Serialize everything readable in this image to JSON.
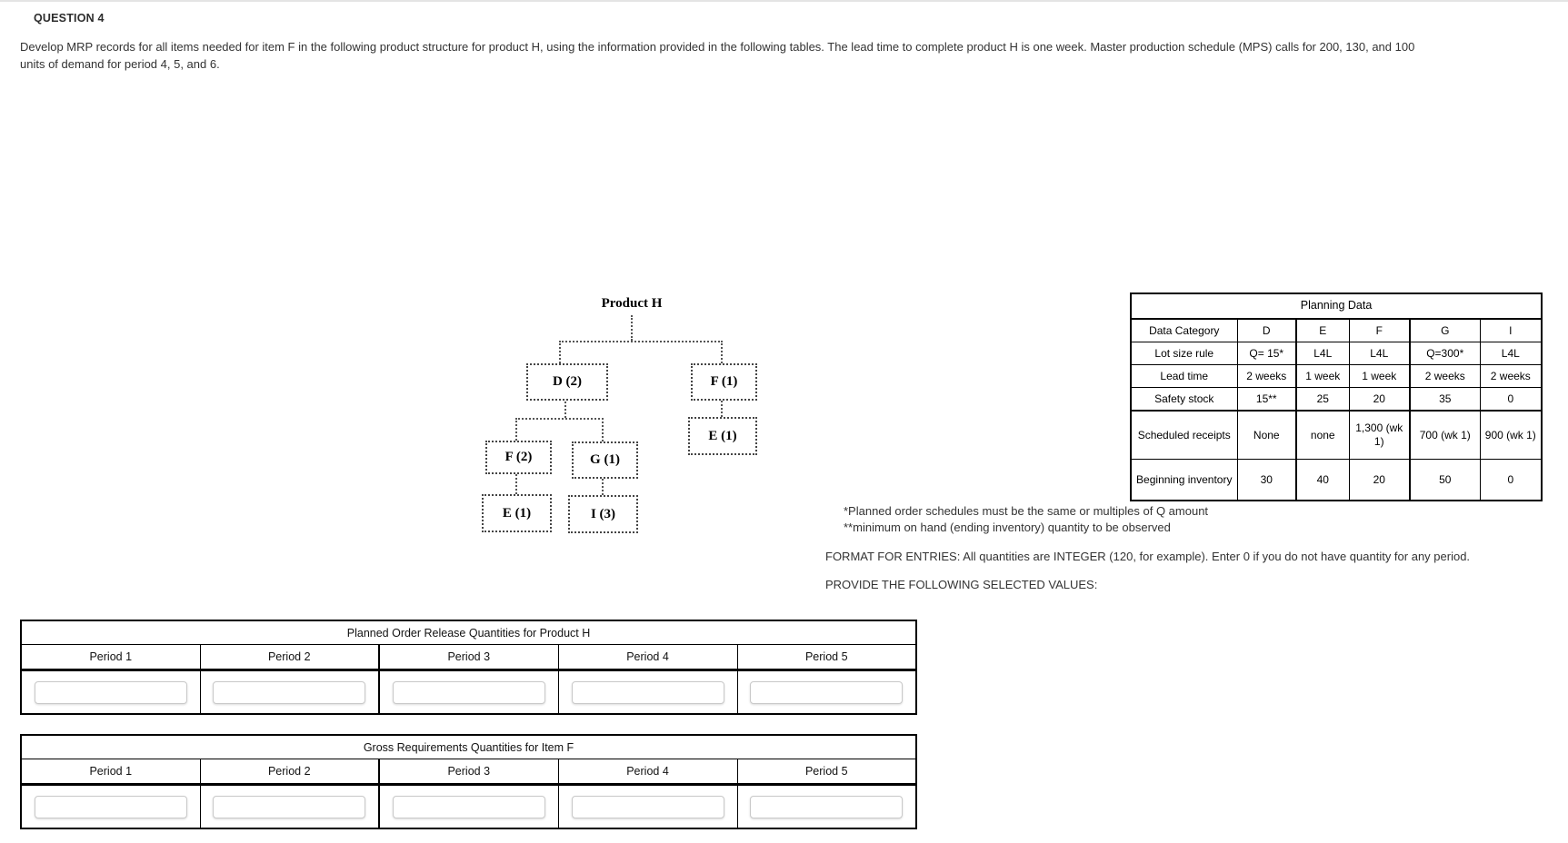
{
  "page": {
    "question_title": "QUESTION 4",
    "question_text": "Develop MRP records for all items needed for item F in the following product structure for product H, using the information provided in the following tables. The lead time to complete product H is one week. Master production schedule (MPS) calls for 200, 130, and 100 units of demand for period 4, 5, and 6."
  },
  "diagram": {
    "title": "Product H",
    "nodes": {
      "d": "D (2)",
      "f1": "F (1)",
      "e_right": "E (1)",
      "f2": "F (2)",
      "g": "G (1)",
      "e_left": "E (1)",
      "i": "I (3)"
    }
  },
  "planning_table": {
    "title": "Planning Data",
    "columns": [
      "Data Category",
      "D",
      "E",
      "F",
      "G",
      "I"
    ],
    "rows": [
      {
        "label": "Lot size rule",
        "values": [
          "Q= 15*",
          "L4L",
          "L4L",
          "Q=300*",
          "L4L"
        ]
      },
      {
        "label": "Lead time",
        "values": [
          "2 weeks",
          "1 week",
          "1 week",
          "2 weeks",
          "2 weeks"
        ]
      },
      {
        "label": "Safety stock",
        "values": [
          "15**",
          "25",
          "20",
          "35",
          "0"
        ]
      },
      {
        "label": "Scheduled receipts",
        "values": [
          "None",
          "none",
          "1,300 (wk 1)",
          "700 (wk 1)",
          "900 (wk 1)"
        ]
      },
      {
        "label": "Beginning inventory",
        "values": [
          "30",
          "40",
          "20",
          "50",
          "0"
        ]
      }
    ]
  },
  "notes": {
    "footnote1": "*Planned order schedules must be the same or multiples of Q amount",
    "footnote2": "**minimum on hand (ending inventory) quantity to be observed",
    "format_note": "FORMAT FOR ENTRIES: All quantities are INTEGER (120, for example). Enter 0 if you do not have quantity for any period.",
    "provide_note": "PROVIDE THE FOLLOWING SELECTED VALUES:"
  },
  "answer_tables": [
    {
      "title": "Planned Order Release Quantities for Product H",
      "periods": [
        "Period 1",
        "Period 2",
        "Period 3",
        "Period 4",
        "Period 5"
      ],
      "inputs": [
        "",
        "",
        "",
        "",
        ""
      ]
    },
    {
      "title": "Gross Requirements Quantities for Item F",
      "periods": [
        "Period 1",
        "Period 2",
        "Period 3",
        "Period 4",
        "Period 5"
      ],
      "inputs": [
        "",
        "",
        "",
        "",
        ""
      ]
    }
  ],
  "colors": {
    "table_border": "#000000",
    "input_border": "#c9c9c9",
    "body_text": "#333333"
  }
}
